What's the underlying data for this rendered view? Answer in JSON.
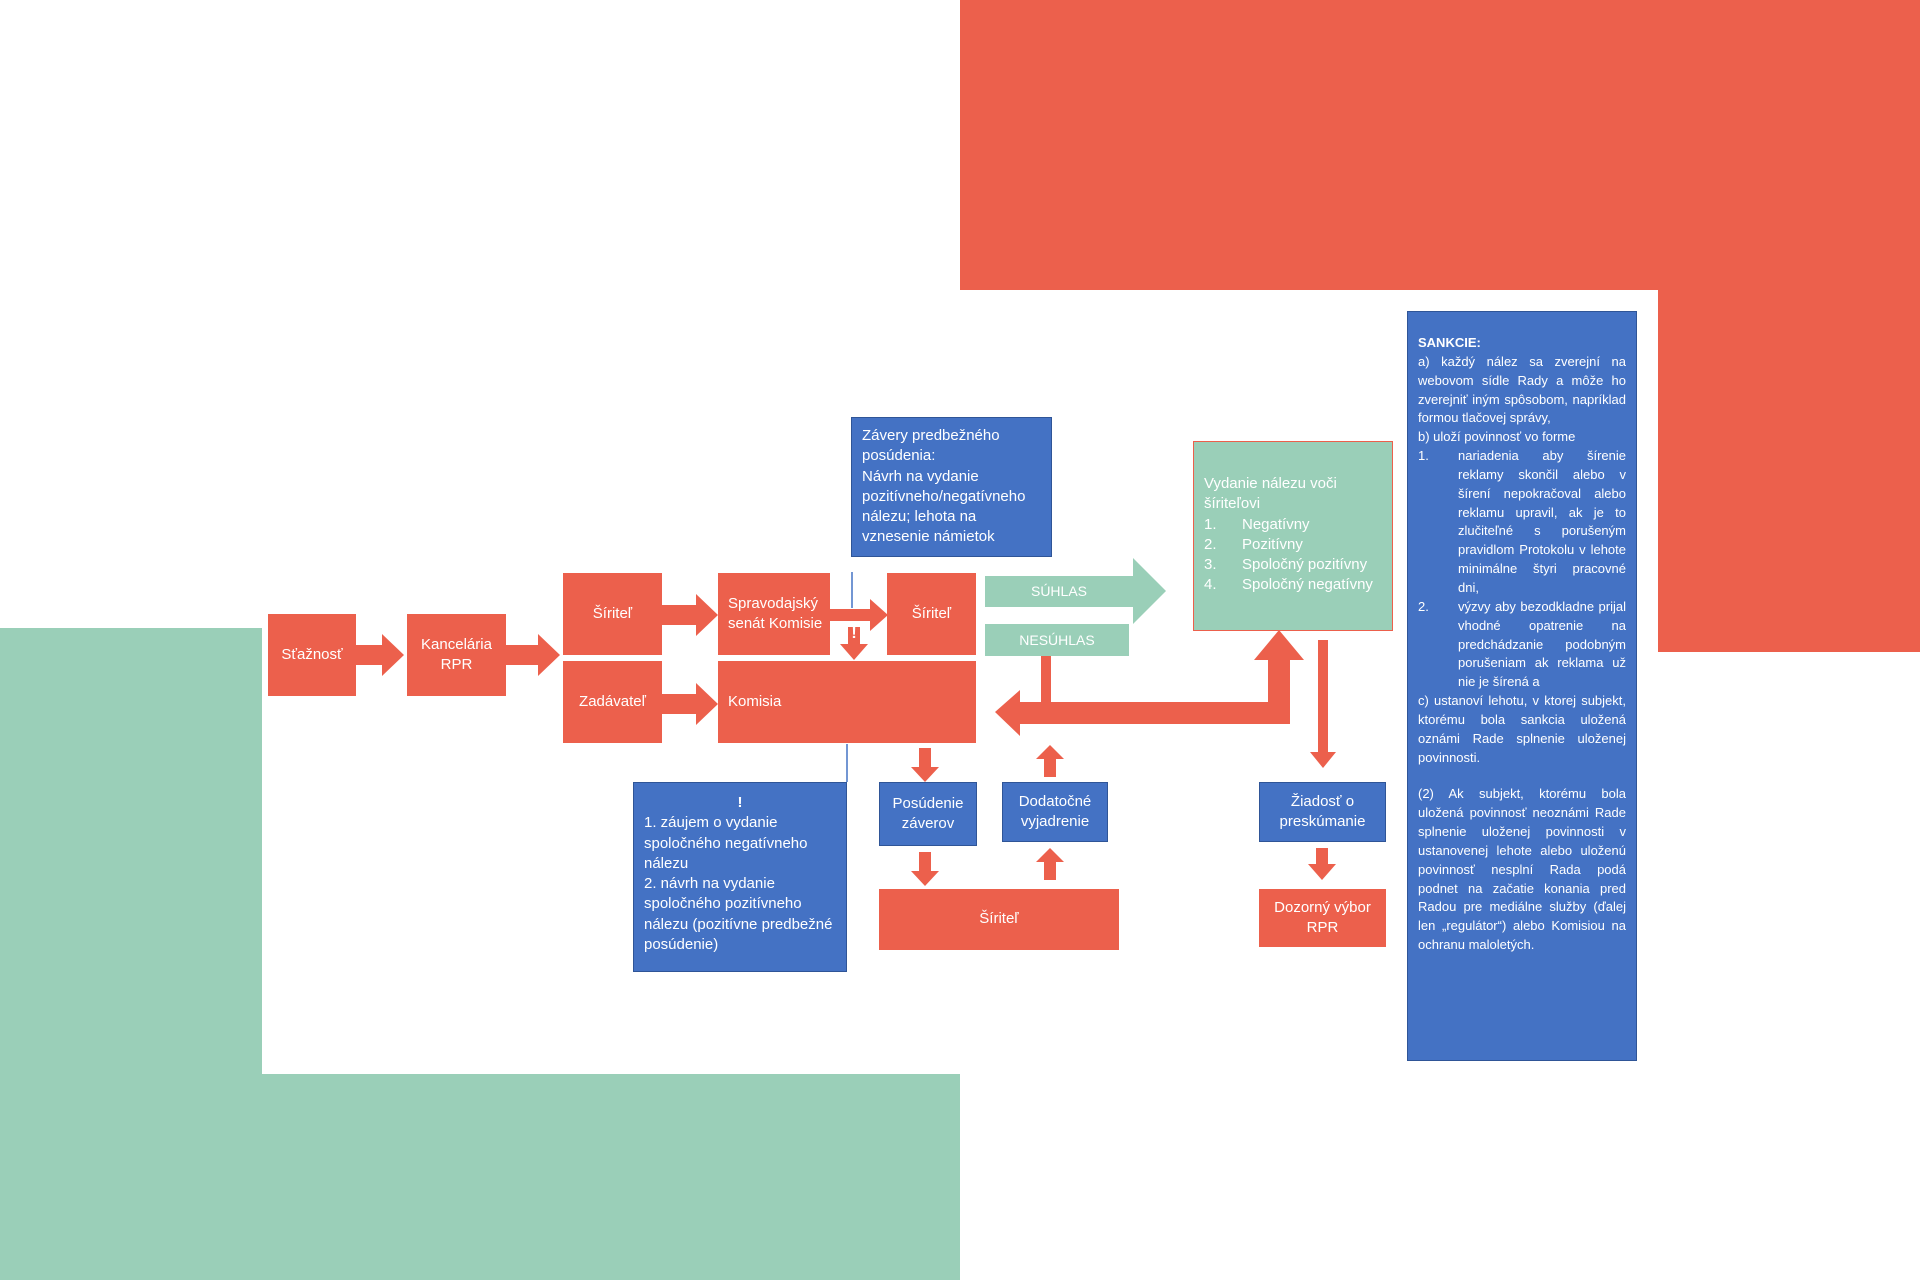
{
  "nodes": {
    "staznost": "Sťažnosť",
    "kancelaria": "Kancelária RPR",
    "siritel1": "Šíriteľ",
    "zadavatel": "Zadávateľ",
    "senat": "Spravodajský senát Komisie",
    "siritel2": "Šíriteľ",
    "komisia": "Komisia",
    "posudenie": "Posúdenie záverov",
    "dodatocne": "Dodatočné vyjadrenie",
    "siritel3": "Šíriteľ",
    "ziadost": "Žiadosť o preskúmanie",
    "dozorny": "Dozorný výbor RPR",
    "suhlas": "SÚHLAS",
    "nesuhlas": "NESÚHLAS"
  },
  "zavery": {
    "text": "Závery predbežného posúdenia:\nNávrh na vydanie pozitívneho/negatívneho nálezu; lehota na vznesenie námietok",
    "excl": "!"
  },
  "note": {
    "title": "!",
    "text": "1. záujem o vydanie spoločného negatívneho nálezu\n2. návrh na vydanie spoločného pozitívneho nálezu (pozitívne predbežné posúdenie)"
  },
  "vydanie": {
    "title": "Vydanie nálezu voči šíriteľovi",
    "items": [
      {
        "num": "1.",
        "text": "Negatívny"
      },
      {
        "num": "2.",
        "text": "Pozitívny"
      },
      {
        "num": "3.",
        "text": "Spoločný pozitívny"
      },
      {
        "num": "4.",
        "text": "Spoločný negatívny"
      }
    ]
  },
  "sankcie": {
    "title": "SANKCIE:",
    "a": "a) každý nález sa zverejní na webovom sídle Rady a môže ho zverejniť iným spôsobom, napríklad formou tlačovej správy,",
    "b": "b) uloží povinnosť vo forme",
    "b_items": [
      {
        "num": "1.",
        "text": "nariadenia aby šírenie reklamy skončil alebo v šírení nepokračoval alebo reklamu upravil, ak je to zlučiteľné s porušeným pravidlom Protokolu v lehote minimálne štyri pracovné dni,"
      },
      {
        "num": "2.",
        "text": "výzvy aby bezodkladne prijal vhodné opatrenie na predchádzanie podobným porušeniam ak reklama už nie je šírená a"
      }
    ],
    "c": "c) ustanoví lehotu, v ktorej subjekt, ktorému bola sankcia uložená oznámi Rade splnenie uloženej povinnosti.",
    "p2": "(2) Ak subjekt, ktorému bola uložená povinnosť neoznámi Rade splnenie uloženej povinnosti v ustanovenej lehote alebo uloženú povinnosť nesplní Rada podá podnet na začatie konania pred Radou pre mediálne služby (ďalej len „regulátor“) alebo Komisiou na ochranu maloletých."
  }
}
